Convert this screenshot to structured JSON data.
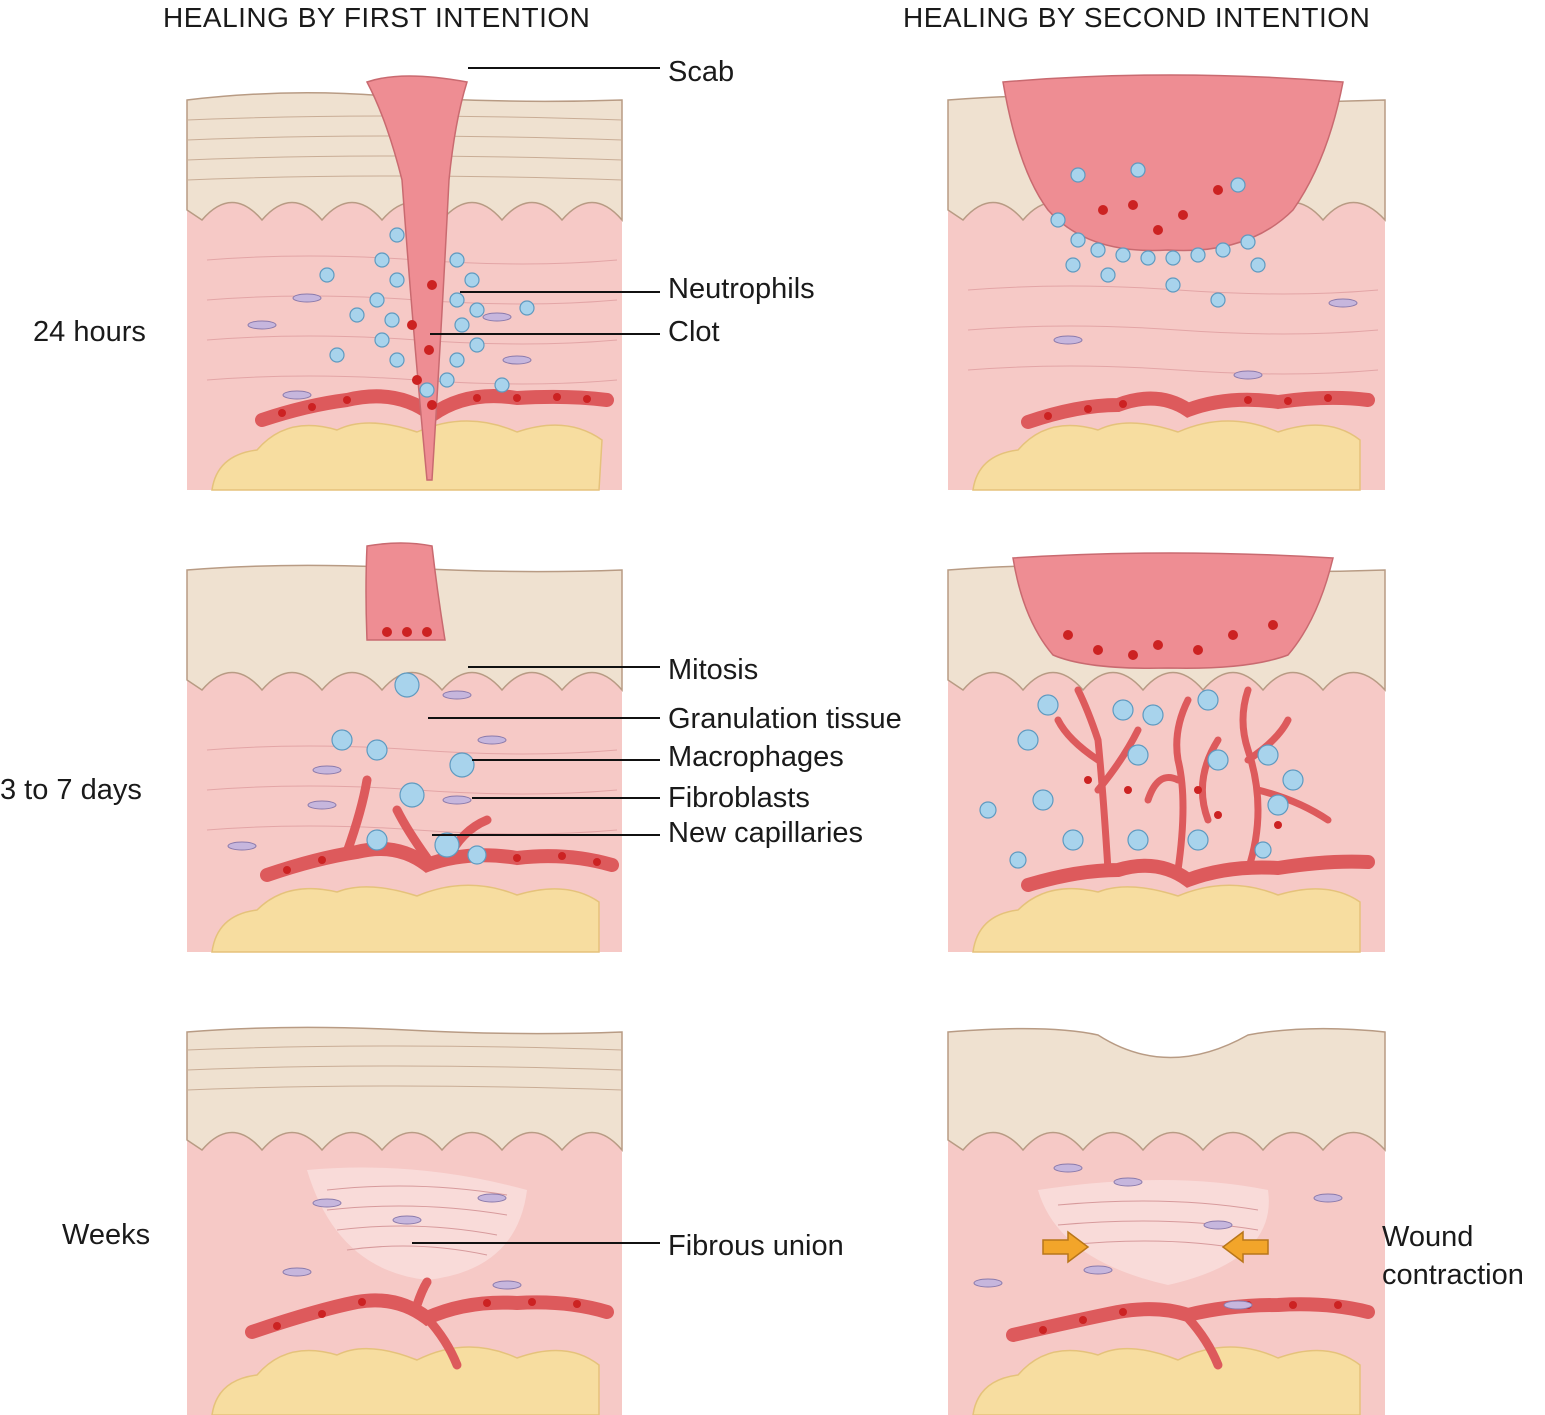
{
  "columns": {
    "first": "HEALING BY FIRST INTENTION",
    "second": "HEALING BY SECOND INTENTION"
  },
  "rows": {
    "r1": "24 hours",
    "r2": "3 to 7 days",
    "r3": "Weeks"
  },
  "labels": {
    "scab": "Scab",
    "neutrophils": "Neutrophils",
    "clot": "Clot",
    "mitosis": "Mitosis",
    "granulation": "Granulation tissue",
    "macrophages": "Macrophages",
    "fibroblasts": "Fibroblasts",
    "capillaries": "New capillaries",
    "fibrous": "Fibrous union",
    "contraction_1": "Wound",
    "contraction_2": "contraction"
  },
  "colors": {
    "epidermis": "#efe1d0",
    "dermis": "#f6c9c6",
    "fat": "#f7dda0",
    "clot": "#ee8d93",
    "vessel": "#dd5a5c",
    "rbc": "#cc2222",
    "neutrophil": "#a9d3ec",
    "fibroblast": "#c6b6dd",
    "arrow": "#f2a52a"
  }
}
